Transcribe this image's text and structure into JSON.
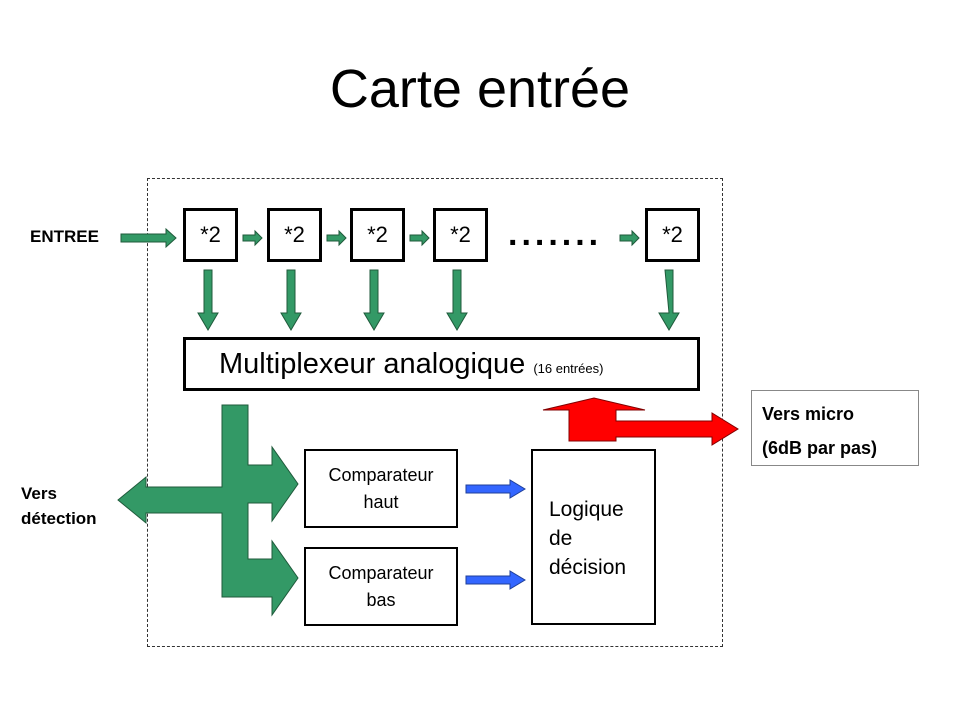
{
  "title": "Carte entrée",
  "entree_label": "ENTREE",
  "multiplier_label": "*2",
  "ellipsis": ".......",
  "multiplexer": {
    "label": "Multiplexeur analogique",
    "sub": "(16 entrées)"
  },
  "comparator_high": {
    "line1": "Comparateur",
    "line2": "haut"
  },
  "comparator_low": {
    "line1": "Comparateur",
    "line2": "bas"
  },
  "decision_logic": {
    "line1": "Logique",
    "line2": "de",
    "line3": "décision"
  },
  "micro_output": {
    "line1": "Vers micro",
    "line2": "(6dB par pas)"
  },
  "detection_output": {
    "line1": "Vers",
    "line2": "détection"
  },
  "colors": {
    "green_arrow": "#339966",
    "red_arrow": "#ff0000",
    "blue_arrow": "#3366ff"
  }
}
